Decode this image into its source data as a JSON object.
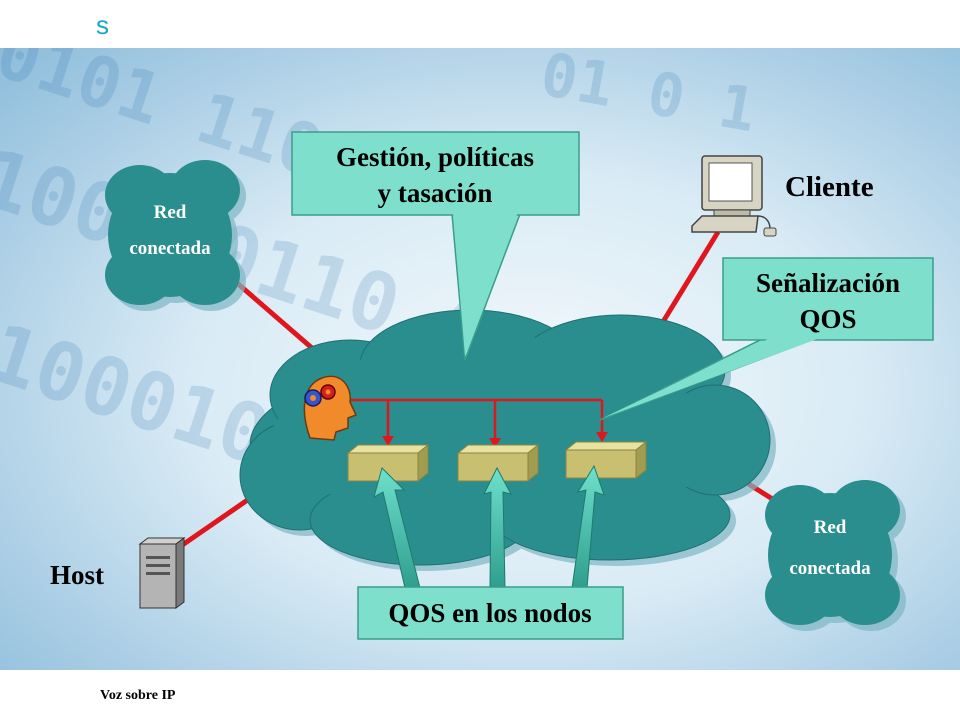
{
  "header": {
    "logo_text": "s"
  },
  "diagram": {
    "callout_management": [
      "Gestión, políticas",
      "y tasación"
    ],
    "client_label": "Cliente",
    "signaling_callout": [
      "Señalización",
      "QOS"
    ],
    "host_label": "Host",
    "network_left": [
      "Red",
      "conectada"
    ],
    "network_right": [
      "Red",
      "conectada"
    ],
    "qos_nodes_label": "QOS en los nodos"
  },
  "footer": {
    "text": "Voz sobre IP"
  },
  "colors": {
    "cloud": "#2a8e8e",
    "link": "#e0161e",
    "callout": "#7ee0cc",
    "node": "#c8c070"
  }
}
